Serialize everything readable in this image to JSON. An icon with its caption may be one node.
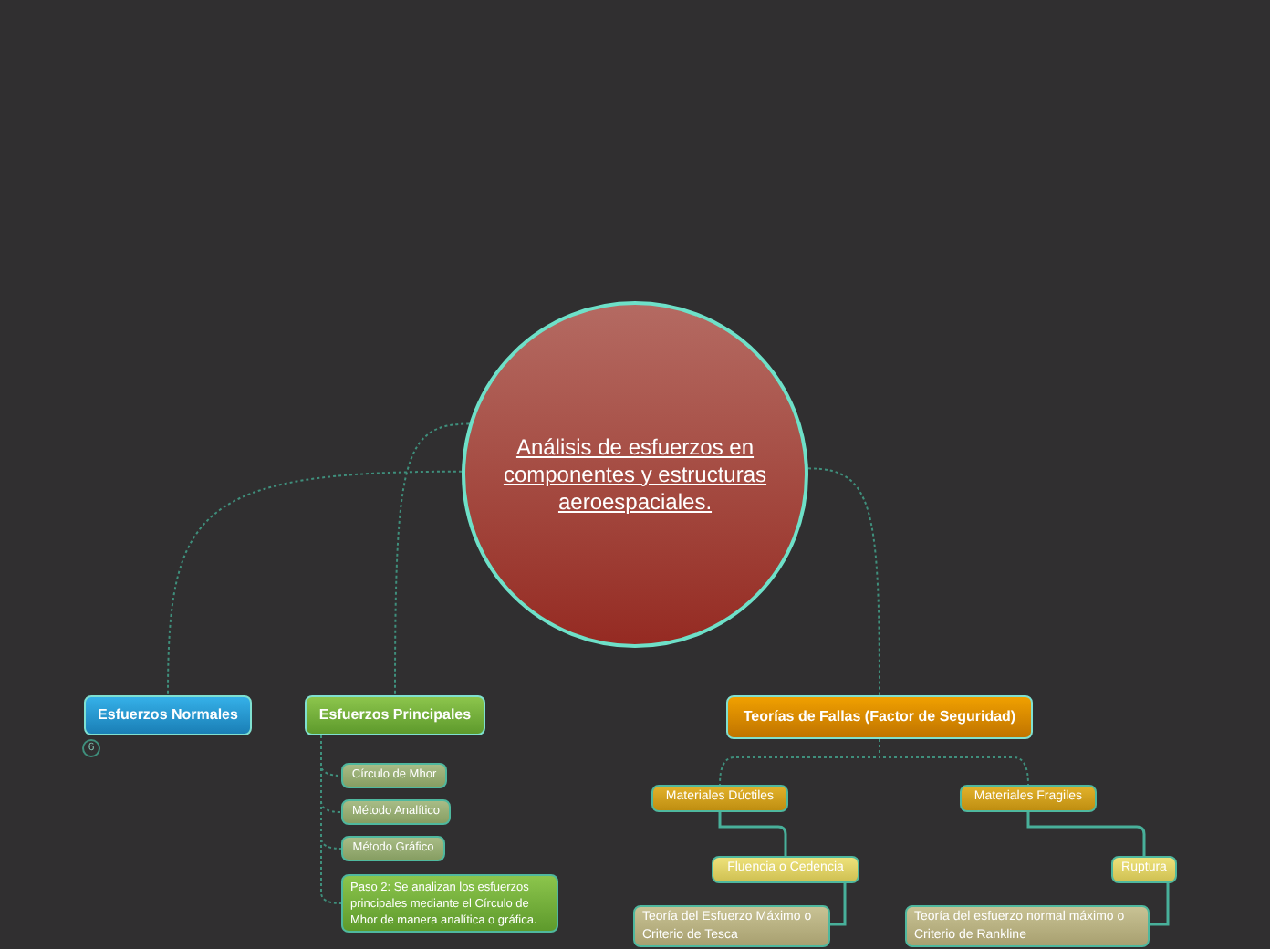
{
  "diagram": {
    "nodes": [
      {
        "text": [
          "Análisis de esfuerzos en componentes y estructuras aeroespaciales."
        ]
      },
      {
        "text": [
          "Esfuerzos Normales"
        ],
        "beside": [
          "6"
        ]
      },
      {
        "text": [
          "Esfuerzos Principales"
        ]
      },
      {
        "text": [
          "Círculo de Mhor"
        ]
      },
      {
        "text": [
          "Método Analítico"
        ]
      },
      {
        "text": [
          "Método Gráfico"
        ]
      },
      {
        "text": [
          "Paso 2: Se analizan los esfuerzos principales mediante el Círculo de Mhor de manera analítica o gráfica."
        ]
      },
      {
        "text": [
          "Teorías de Fallas (Factor de Seguridad)"
        ]
      },
      {
        "text": [
          "Materiales Dúctiles"
        ]
      },
      {
        "text": [
          "Materiales Fragiles"
        ]
      },
      {
        "text": [
          "Fluencia  o Cedencia"
        ]
      },
      {
        "text": [
          "Ruptura"
        ]
      },
      {
        "text": [
          "Teoría del Esfuerzo Máximo o Criterio de Tesca"
        ]
      },
      {
        "text": [
          "Teoría del esfuerzo normal máximo o Criterio de Rankline"
        ]
      }
    ],
    "edges": [
      {
        "from": 0,
        "to": 1,
        "arrow": "none",
        "style": "dashed"
      },
      {
        "from": 0,
        "to": 2,
        "arrow": "none",
        "style": "dashed"
      },
      {
        "from": 0,
        "to": 7,
        "arrow": "none",
        "style": "dashed"
      },
      {
        "from": 2,
        "to": 3,
        "arrow": "none",
        "style": "dashed"
      },
      {
        "from": 2,
        "to": 4,
        "arrow": "none",
        "style": "dashed"
      },
      {
        "from": 2,
        "to": 5,
        "arrow": "none",
        "style": "dashed"
      },
      {
        "from": 2,
        "to": 6,
        "arrow": "none",
        "style": "dashed"
      },
      {
        "from": 7,
        "to": 8,
        "arrow": "none",
        "style": "dashed"
      },
      {
        "from": 7,
        "to": 9,
        "arrow": "none",
        "style": "dashed"
      },
      {
        "from": 8,
        "to": 10,
        "arrow": "none"
      },
      {
        "from": 9,
        "to": 11,
        "arrow": "none"
      },
      {
        "from": 10,
        "to": 12,
        "arrow": "none"
      },
      {
        "from": 11,
        "to": 13,
        "arrow": "none"
      }
    ]
  }
}
